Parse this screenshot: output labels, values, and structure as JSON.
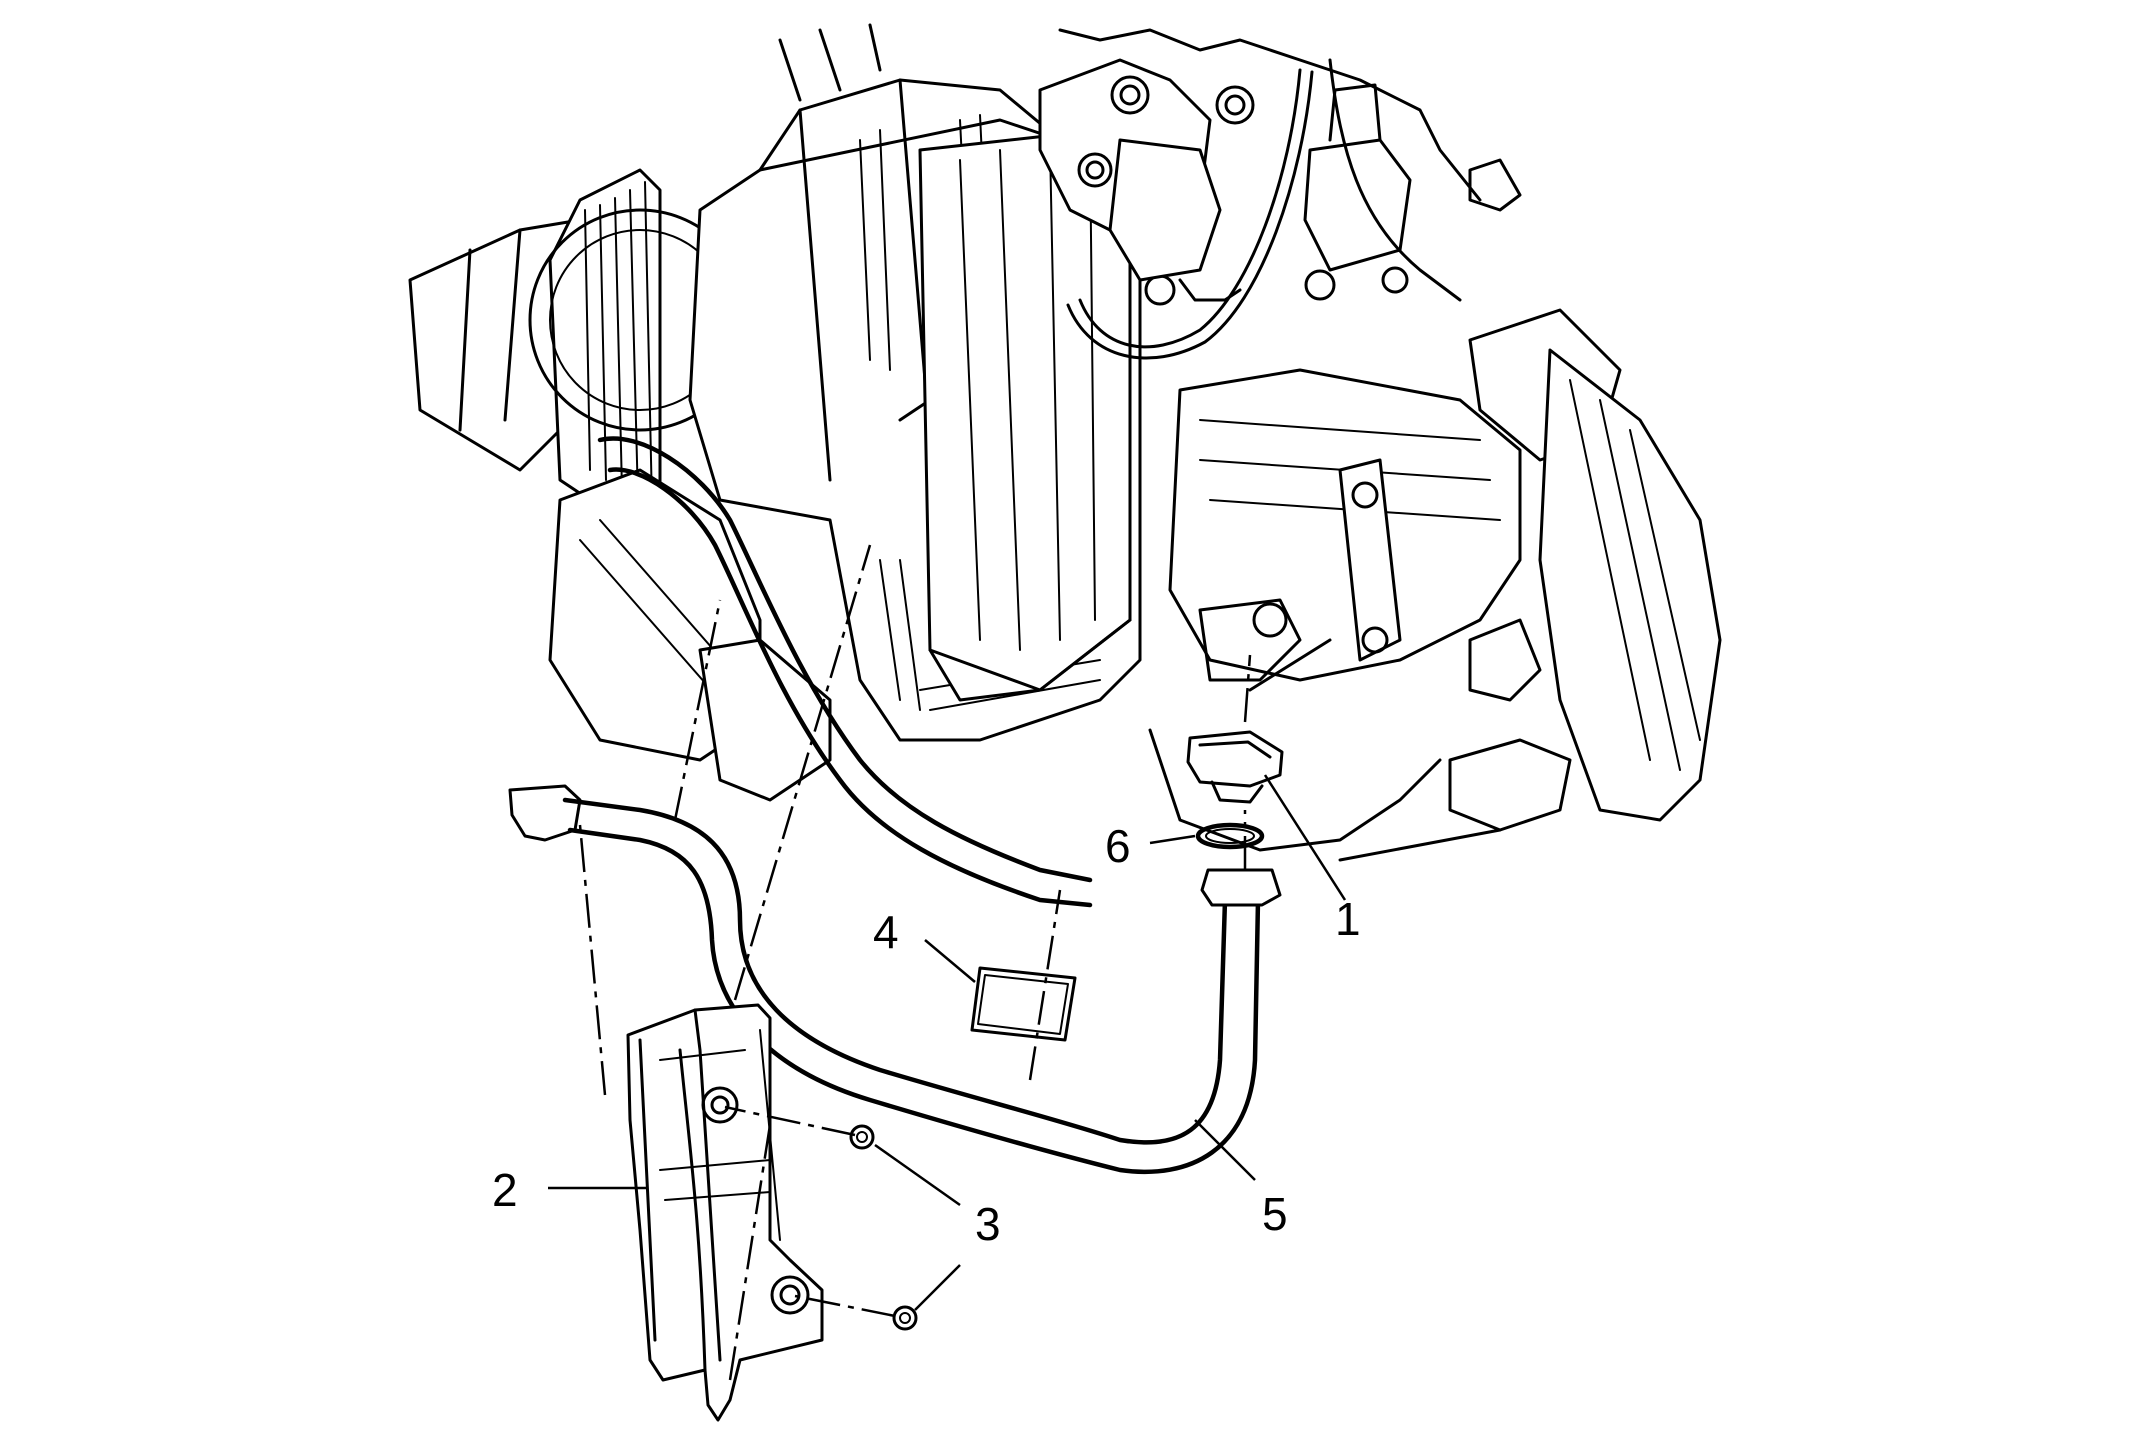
{
  "callouts": [
    {
      "id": "1",
      "label": "1"
    },
    {
      "id": "2",
      "label": "2"
    },
    {
      "id": "3a",
      "label": "3"
    },
    {
      "id": "3b",
      "label": "3"
    },
    {
      "id": "4",
      "label": "4"
    },
    {
      "id": "5",
      "label": "5"
    },
    {
      "id": "6",
      "label": "6"
    }
  ],
  "colors": {
    "line": "#000000",
    "background": "#ffffff"
  }
}
